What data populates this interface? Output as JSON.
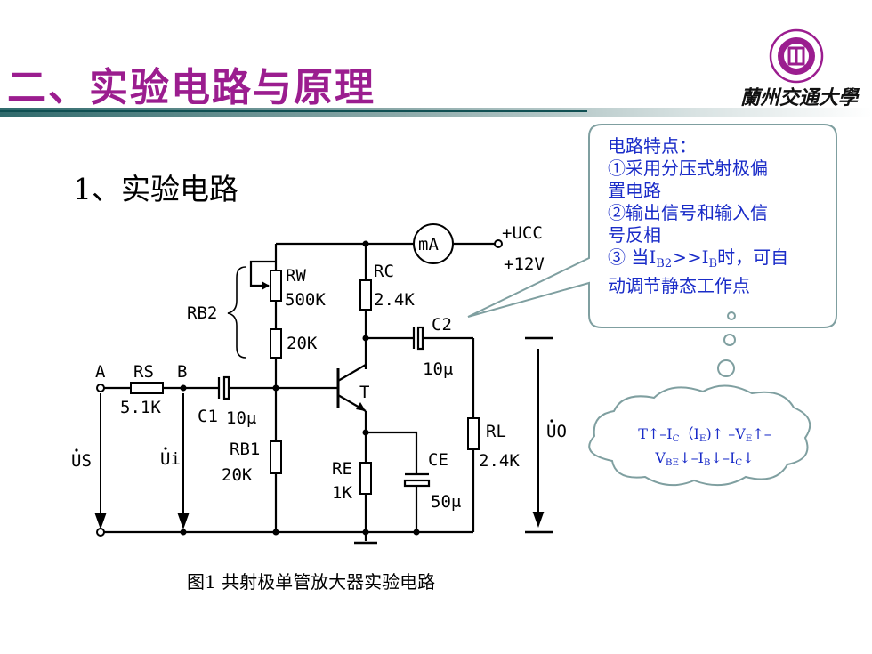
{
  "title": "二、实验电路与原理",
  "logo_text": "蘭州交通大學",
  "section_heading": "1、实验电路",
  "caption": "图1 共射极单管放大器实验电路",
  "colors": {
    "title": "#9b1d8f",
    "callout_text": "#1a2cc8",
    "callout_border": "#7f9fa0"
  },
  "callout": {
    "heading": "电路特点：",
    "item1_line1": "①采用分压式射极偏",
    "item1_line2": "置电路",
    "item2_line1": "②输出信号和输入信",
    "item2_line2": "号反相",
    "item3_prefix": "③ 当I",
    "item3_sub1": "B2",
    "item3_mid": ">>I",
    "item3_sub2": "B",
    "item3_suffix": "时，可自",
    "item3_line2": "动调节静态工作点"
  },
  "cloud": {
    "line1": "T↑–I<sub>C</sub>（I<sub>E</sub>)↑ –V<sub>E</sub>↑–",
    "line2": "V<sub>BE</sub>↓–I<sub>B</sub>↓–I<sub>C</sub>↓"
  },
  "circuit": {
    "meter": "mA",
    "supply_label": "+UCC",
    "supply_value": "+12V",
    "rw_label": "RW",
    "rw_value": "500K",
    "rc_label": "RC",
    "rc_value": "2.4K",
    "rb2_label": "RB2",
    "r20k_value": "20K",
    "c2_label": "C2",
    "c2_value": "10μ",
    "node_a": "A",
    "rs_label": "RS",
    "node_b": "B",
    "rs_value": "5.1K",
    "c1_label": "C1",
    "c1_value": "10μ",
    "transistor": "T",
    "rl_label": "RL",
    "rl_value": "2.4K",
    "uo_label": "UO",
    "us_label": "US",
    "ui_label": "Ui",
    "rb1_label": "RB1",
    "rb1_value": "20K",
    "re_label": "RE",
    "re_value": "1K",
    "ce_label": "CE",
    "ce_value": "50μ"
  }
}
